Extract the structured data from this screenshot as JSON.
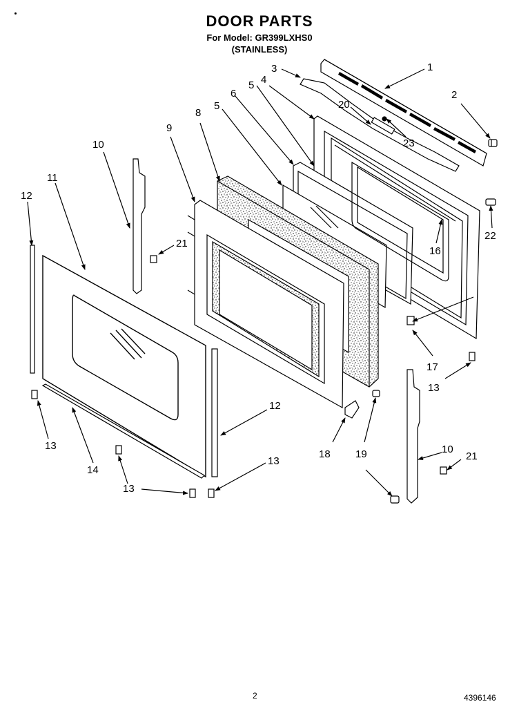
{
  "header": {
    "title": "DOOR PARTS",
    "model_line": "For Model: GR399LXHS0",
    "finish": "(STAINLESS)"
  },
  "footer": {
    "page_number": "2",
    "document_number": "4396146"
  },
  "callouts": [
    {
      "id": "c1",
      "label": "1"
    },
    {
      "id": "c2",
      "label": "2"
    },
    {
      "id": "c3",
      "label": "3"
    },
    {
      "id": "c4",
      "label": "4"
    },
    {
      "id": "c5a",
      "label": "5"
    },
    {
      "id": "c5b",
      "label": "5"
    },
    {
      "id": "c6",
      "label": "6"
    },
    {
      "id": "c8",
      "label": "8"
    },
    {
      "id": "c9",
      "label": "9"
    },
    {
      "id": "c10a",
      "label": "10"
    },
    {
      "id": "c10b",
      "label": "10"
    },
    {
      "id": "c11",
      "label": "11"
    },
    {
      "id": "c12a",
      "label": "12"
    },
    {
      "id": "c12b",
      "label": "12"
    },
    {
      "id": "c13a",
      "label": "13"
    },
    {
      "id": "c13b",
      "label": "13"
    },
    {
      "id": "c13c",
      "label": "13"
    },
    {
      "id": "c13d",
      "label": "13"
    },
    {
      "id": "c14",
      "label": "14"
    },
    {
      "id": "c16",
      "label": "16"
    },
    {
      "id": "c17",
      "label": "17"
    },
    {
      "id": "c18",
      "label": "18"
    },
    {
      "id": "c19",
      "label": "19"
    },
    {
      "id": "c20",
      "label": "20"
    },
    {
      "id": "c21a",
      "label": "21"
    },
    {
      "id": "c21b",
      "label": "21"
    },
    {
      "id": "c22",
      "label": "22"
    },
    {
      "id": "c23",
      "label": "23"
    }
  ]
}
